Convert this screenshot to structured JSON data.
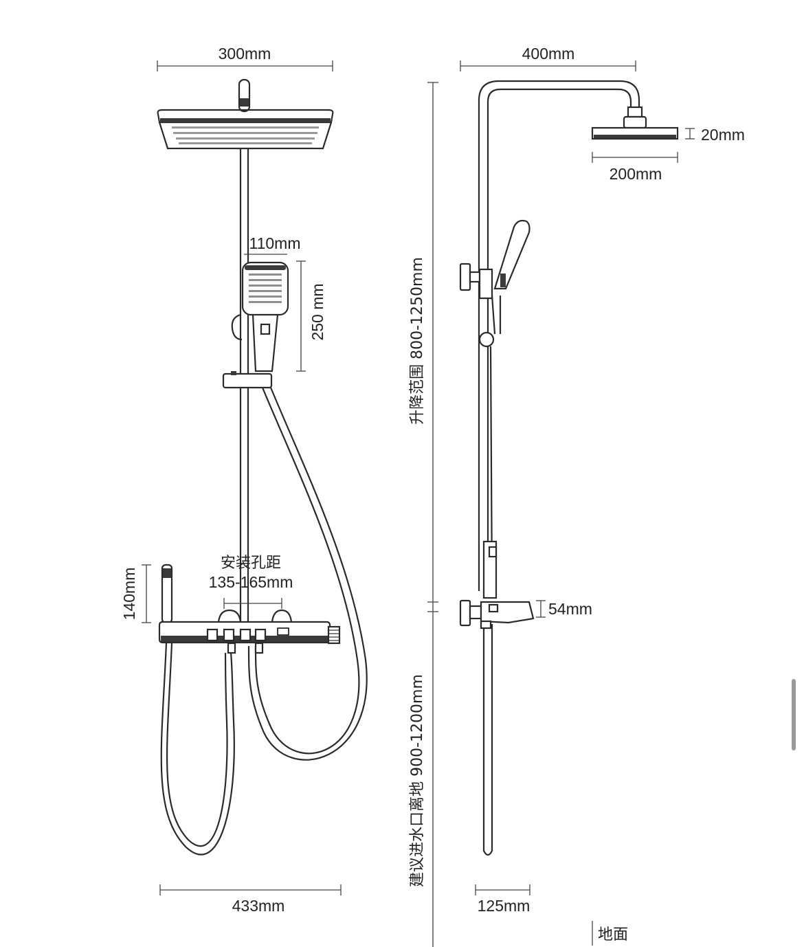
{
  "front_view": {
    "head_width": "300mm",
    "handheld_width": "110mm",
    "handheld_height": "250 mm",
    "spout_height": "140mm",
    "install_spacing_label": "安装孔距",
    "install_spacing_value": "135-165mm",
    "panel_width": "433mm"
  },
  "side_view": {
    "arm_reach": "400mm",
    "head_thickness": "20mm",
    "head_diameter": "200mm",
    "lift_range": "升降范围 800-1250mm",
    "shelf_height": "54mm",
    "inlet_height": "建议进水口离地 900-1200mm",
    "wall_offset": "125mm",
    "floor_label": "地面"
  },
  "colors": {
    "line": "#2a2a2a",
    "text": "#222222",
    "background": "#ffffff"
  }
}
